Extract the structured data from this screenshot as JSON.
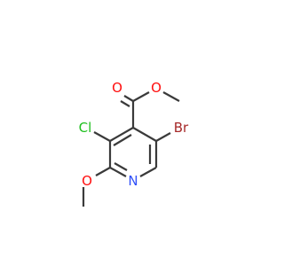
{
  "molecule": {
    "atoms": {
      "O_carbonyl": {
        "symbol": "O",
        "color": "#ff0d0d"
      },
      "O_ester": {
        "symbol": "O",
        "color": "#ff0d0d"
      },
      "Cl": {
        "symbol": "Cl",
        "color": "#1fbf1f"
      },
      "Br": {
        "symbol": "Br",
        "color": "#a62929"
      },
      "N": {
        "symbol": "N",
        "color": "#3050f8"
      },
      "O_methoxy": {
        "symbol": "O",
        "color": "#ff0d0d"
      }
    },
    "bond_color": "#3a3a3a"
  }
}
